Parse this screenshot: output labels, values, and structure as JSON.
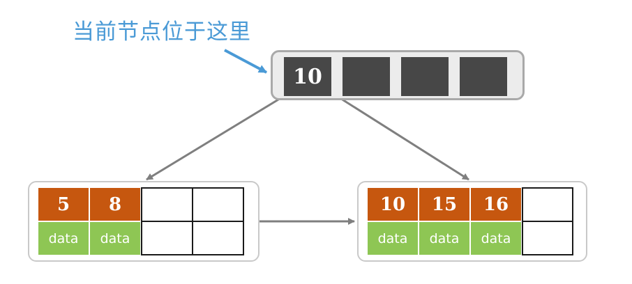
{
  "annotation": {
    "text": "当前节点位于这里"
  },
  "root": {
    "keys": [
      "10",
      "",
      "",
      ""
    ]
  },
  "leaves": [
    {
      "keys": [
        "5",
        "8",
        "",
        ""
      ],
      "data": [
        "data",
        "data",
        "",
        ""
      ]
    },
    {
      "keys": [
        "10",
        "15",
        "16",
        ""
      ],
      "data": [
        "data",
        "data",
        "data",
        ""
      ]
    }
  ],
  "colors": {
    "annotation": "#4a9ad6",
    "root_slot": "#474747",
    "key_cell": "#c6570f",
    "data_cell": "#8ec654",
    "arrow": "#7f7f7f"
  }
}
